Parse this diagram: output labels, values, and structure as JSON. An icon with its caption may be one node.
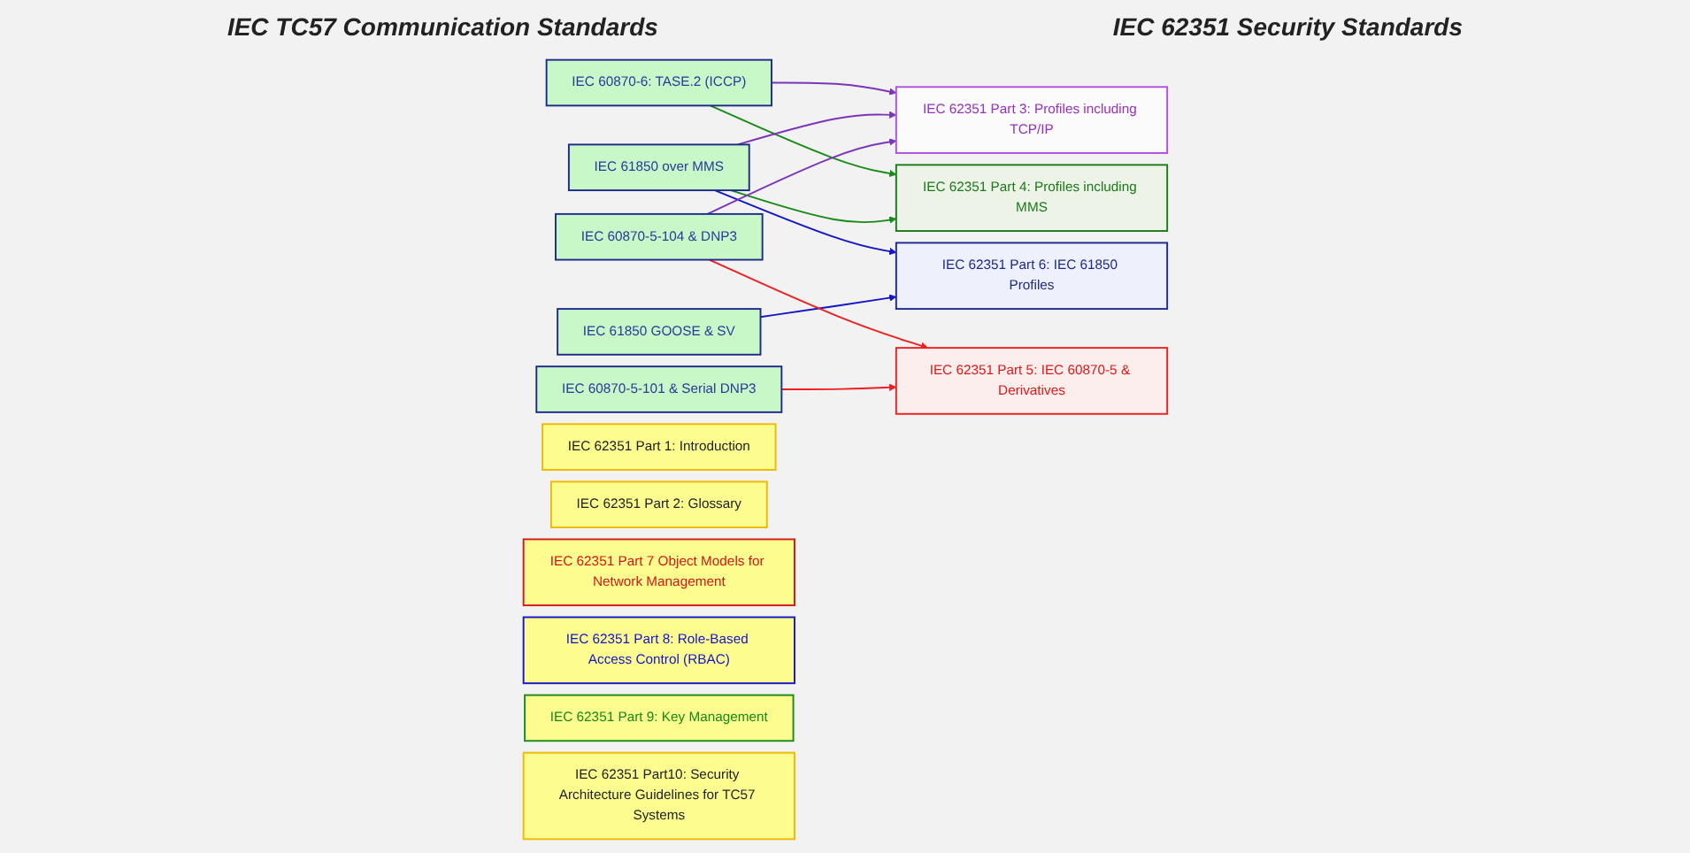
{
  "diagram": {
    "nodes": [
      {
        "text": [
          "IEC 60870-6: TASE.2 (ICCP)"
        ]
      },
      {
        "text": [
          "IEC 61850 over MMS"
        ]
      },
      {
        "text": [
          "IEC 61850 GOOSE & SV"
        ]
      },
      {
        "text": [
          "IEC 60870-5-104 & DNP3"
        ]
      },
      {
        "text": [
          "IEC 60870-5-101 & Serial DNP3"
        ]
      },
      {
        "text": [
          "IEC 62351 Part 1: Introduction"
        ]
      },
      {
        "text": [
          "IEC 62351 Part 2: Glossary"
        ]
      },
      {
        "text": [
          "IEC 62351 Part 3: Profiles including TCP/IP"
        ]
      },
      {
        "text": [
          "IEC 62351 Part 4: Profiles including MMS"
        ]
      },
      {
        "text": [
          "IEC 62351 Part 5: IEC 60870-5 & Derivatives"
        ]
      },
      {
        "text": [
          "IEC 62351 Part 6: IEC 61850 Profiles"
        ]
      },
      {
        "text": [
          "IEC 62351 Part 7 Object Models for Network Management"
        ]
      },
      {
        "text": [
          "IEC 62351 Part 8: Role-Based Access Control (RBAC)"
        ]
      },
      {
        "text": [
          "IEC 62351 Part 9: Key Management"
        ]
      },
      {
        "text": [
          "IEC 62351 Part10: Security Architecture Guidelines for TC57 Systems"
        ]
      }
    ],
    "edges": [
      {
        "from": 0,
        "to": 7,
        "arrow": "to",
        "color": "#7b35b8"
      },
      {
        "from": 0,
        "to": 8,
        "arrow": "to",
        "color": "#178a17"
      },
      {
        "from": 1,
        "to": 7,
        "arrow": "to",
        "color": "#7b35b8"
      },
      {
        "from": 1,
        "to": 8,
        "arrow": "to",
        "color": "#178a17"
      },
      {
        "from": 1,
        "to": 10,
        "arrow": "to",
        "color": "#1414c8"
      },
      {
        "from": 2,
        "to": 10,
        "arrow": "to",
        "color": "#1414c8"
      },
      {
        "from": 3,
        "to": 7,
        "arrow": "to",
        "color": "#7b35b8"
      },
      {
        "from": 3,
        "to": 9,
        "arrow": "to",
        "color": "#f01e1e"
      },
      {
        "from": 4,
        "to": 9,
        "arrow": "to",
        "color": "#f01e1e"
      }
    ],
    "labels": [
      "IEC TC57 Communication Standards",
      "IEC 62351 Security Standards"
    ]
  }
}
